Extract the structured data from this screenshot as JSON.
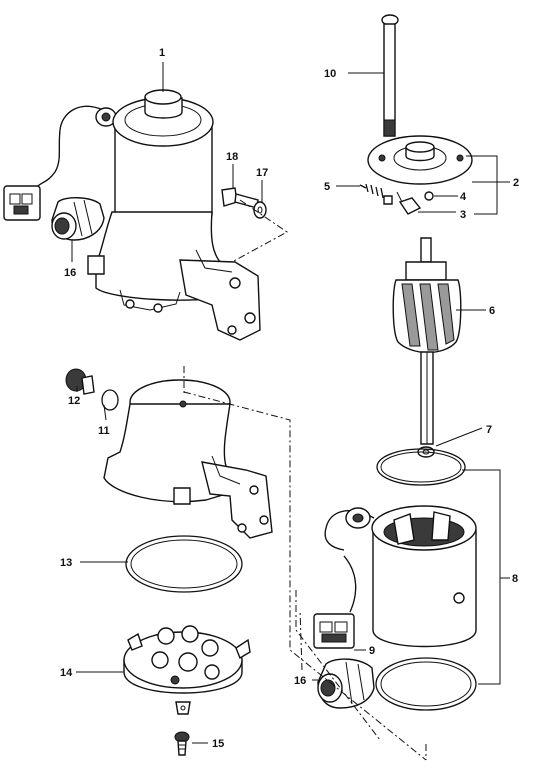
{
  "callouts": [
    {
      "id": "1",
      "text": "1"
    },
    {
      "id": "2",
      "text": "2"
    },
    {
      "id": "3",
      "text": "3"
    },
    {
      "id": "4",
      "text": "4"
    },
    {
      "id": "5",
      "text": "5"
    },
    {
      "id": "6",
      "text": "6"
    },
    {
      "id": "7",
      "text": "7"
    },
    {
      "id": "8",
      "text": "8"
    },
    {
      "id": "9",
      "text": "9"
    },
    {
      "id": "10",
      "text": "10"
    },
    {
      "id": "11",
      "text": "11"
    },
    {
      "id": "12",
      "text": "12"
    },
    {
      "id": "13",
      "text": "13"
    },
    {
      "id": "14",
      "text": "14"
    },
    {
      "id": "15",
      "text": "15"
    },
    {
      "id": "16a",
      "text": "16"
    },
    {
      "id": "16b",
      "text": "16"
    },
    {
      "id": "17",
      "text": "17"
    },
    {
      "id": "18",
      "text": "18"
    }
  ]
}
